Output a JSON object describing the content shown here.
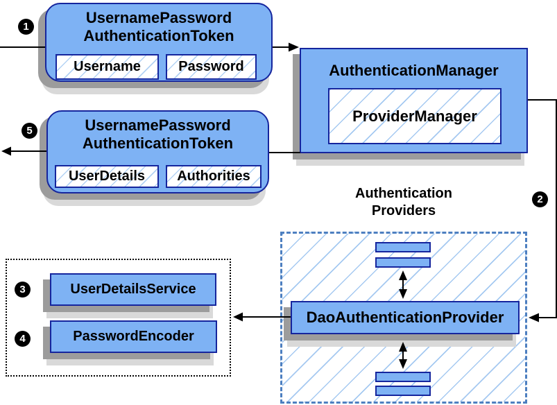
{
  "request_token": {
    "title": [
      "UsernamePassword",
      "AuthenticationToken"
    ],
    "fields": [
      "Username",
      "Password"
    ]
  },
  "authentication_manager": {
    "title": "AuthenticationManager",
    "provider_manager": "ProviderManager"
  },
  "result_token": {
    "title": [
      "UsernamePassword",
      "AuthenticationToken"
    ],
    "fields": [
      "UserDetails",
      "Authorities"
    ]
  },
  "authentication_providers": {
    "label": [
      "Authentication",
      "Providers"
    ],
    "dao_provider": "DaoAuthenticationProvider"
  },
  "collaborators": {
    "user_details_service": "UserDetailsService",
    "password_encoder": "PasswordEncoder"
  },
  "step_badges": {
    "s1": "1",
    "s2": "2",
    "s3": "3",
    "s4": "4",
    "s5": "5"
  },
  "colors": {
    "box_fill": "#7eb2f4",
    "box_border": "#15259d",
    "hatch_line": "#a5c9f1",
    "providers_dash_border": "#4d7fc0",
    "collaborators_dot_border": "#000000",
    "shadow_dark": "#9c9c9c",
    "shadow_light": "#d9d9d9",
    "connector": "#000000",
    "badge_bg": "#000000",
    "badge_text": "#ffffff"
  }
}
